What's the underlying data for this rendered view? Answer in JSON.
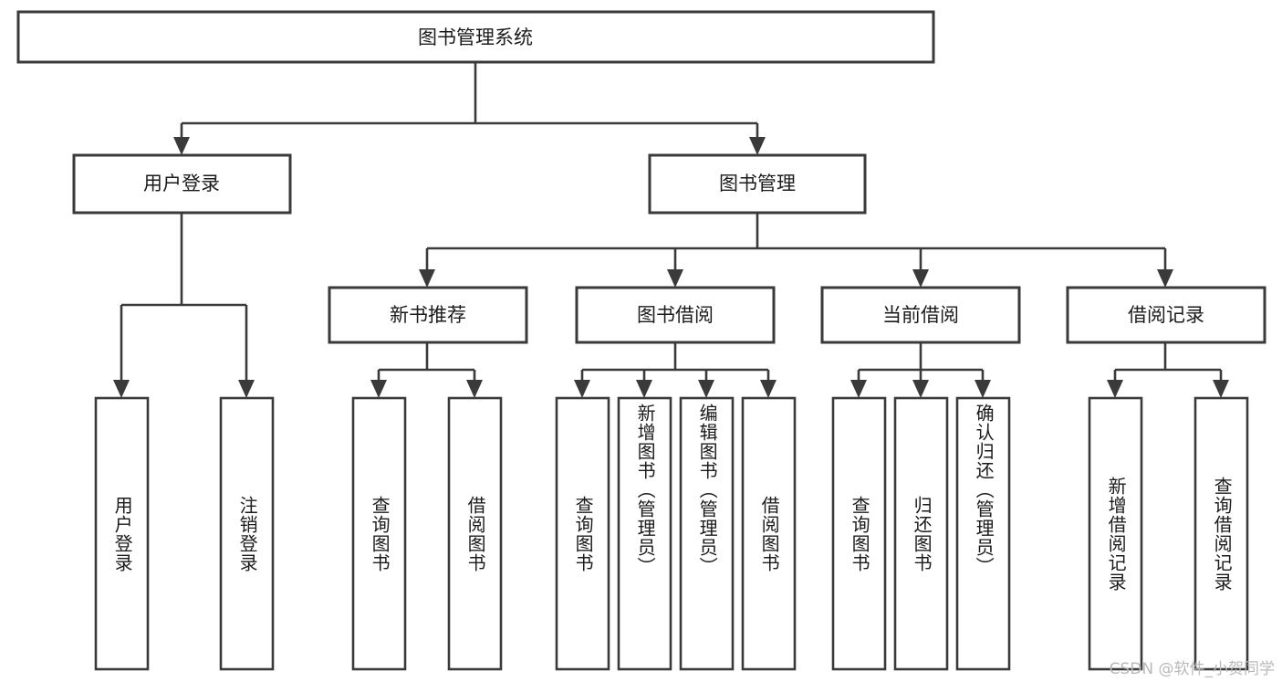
{
  "title": "图书管理系统",
  "watermark": "CSDN @软件_小贺同学",
  "nodes": {
    "root": {
      "label": "图书管理系统"
    },
    "level2": [
      {
        "id": "user-login",
        "label": "用户登录"
      },
      {
        "id": "book-management",
        "label": "图书管理"
      }
    ],
    "level3": [
      {
        "id": "new-book-recommend",
        "label": "新书推荐"
      },
      {
        "id": "book-borrow",
        "label": "图书借阅"
      },
      {
        "id": "current-borrow",
        "label": "当前借阅"
      },
      {
        "id": "borrow-record",
        "label": "借阅记录"
      }
    ],
    "leaves": [
      {
        "id": "leaf-user-login",
        "label": "用户登录",
        "parent": "user-login"
      },
      {
        "id": "leaf-user-logout",
        "label": "注销登录",
        "parent": "user-login"
      },
      {
        "id": "leaf-query-book-1",
        "label": "查询图书",
        "parent": "new-book-recommend"
      },
      {
        "id": "leaf-borrow-book-1",
        "label": "借阅图书",
        "parent": "new-book-recommend"
      },
      {
        "id": "leaf-query-book-2",
        "label": "查询图书",
        "parent": "book-borrow"
      },
      {
        "id": "leaf-add-book",
        "label": "新增图书（管理员）",
        "parent": "book-borrow"
      },
      {
        "id": "leaf-edit-book",
        "label": "编辑图书（管理员）",
        "parent": "book-borrow"
      },
      {
        "id": "leaf-borrow-book-2",
        "label": "借阅图书",
        "parent": "book-borrow"
      },
      {
        "id": "leaf-query-book-3",
        "label": "查询图书",
        "parent": "current-borrow"
      },
      {
        "id": "leaf-return-book",
        "label": "归还图书",
        "parent": "current-borrow"
      },
      {
        "id": "leaf-confirm-return",
        "label": "确认归还（管理员）",
        "parent": "current-borrow"
      },
      {
        "id": "leaf-add-borrow-record",
        "label": "新增借阅记录",
        "parent": "borrow-record"
      },
      {
        "id": "leaf-query-borrow-record",
        "label": "查询借阅记录",
        "parent": "borrow-record"
      }
    ]
  },
  "colors": {
    "stroke": "#3a3a3a",
    "text": "#1b1b1b",
    "background": "#ffffff",
    "watermark": "#b9b9b9"
  }
}
